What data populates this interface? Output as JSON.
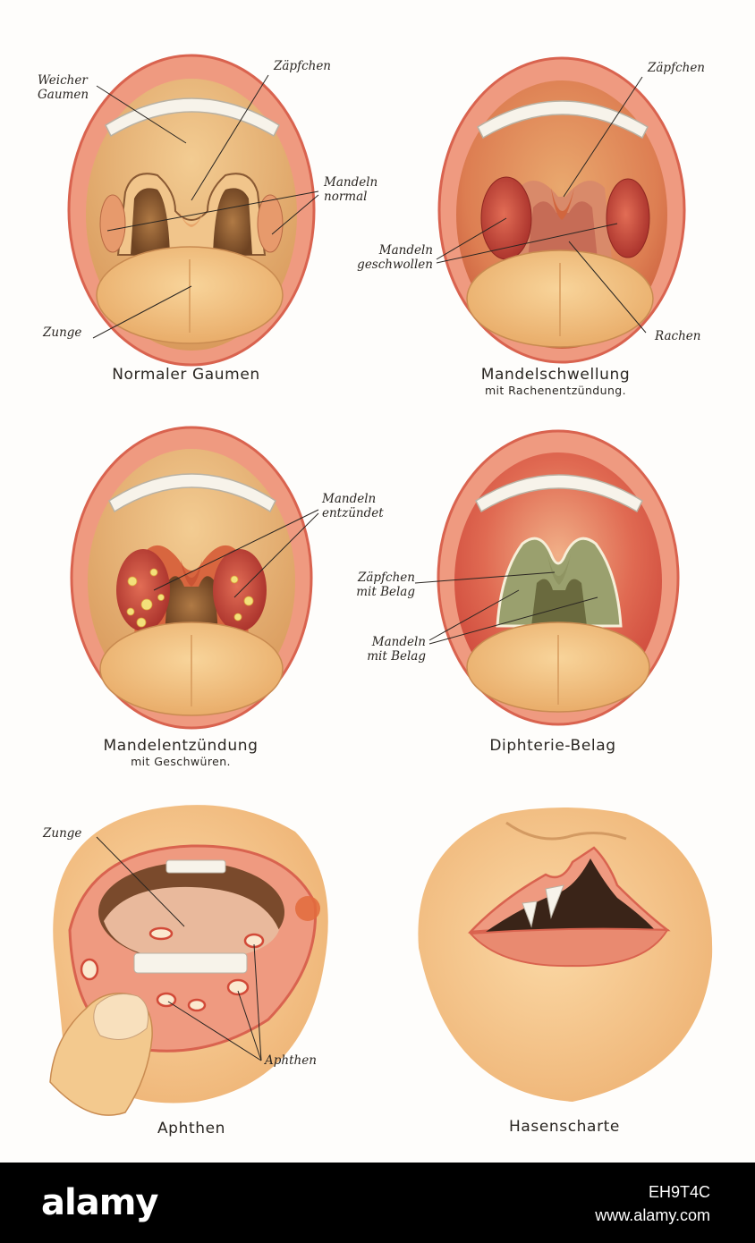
{
  "colors": {
    "lip": "#ef9a80",
    "lip_edge": "#d9634f",
    "skin": "#f6c98c",
    "tongue": "#f4c37e",
    "throat": "#8e5a2f",
    "tonsil_swollen": "#c9473a",
    "membrane": "#9aa06e",
    "ulcer": "#f3e07a",
    "footer_bg": "#000000"
  },
  "panels": {
    "normal": {
      "caption": "Normaler Gaumen",
      "labels": {
        "soft_palate": "Weicher\nGaumen",
        "uvula": "Zäpfchen",
        "tonsils": "Mandeln\nnormal",
        "tongue": "Zunge"
      }
    },
    "swelling": {
      "caption": "Mandelschwellung",
      "caption_sub": "mit Rachenentzündung.",
      "labels": {
        "uvula": "Zäpfchen",
        "tonsils": "Mandeln\ngeschwollen",
        "pharynx": "Rachen"
      }
    },
    "tonsillitis": {
      "caption": "Mandelentzündung",
      "caption_sub": "mit Geschwüren.",
      "labels": {
        "tonsils": "Mandeln\nentzündet"
      }
    },
    "diphtheria": {
      "caption": "Diphterie-Belag",
      "labels": {
        "uvula": "Zäpfchen\nmit Belag",
        "tonsils": "Mandeln\nmit Belag"
      }
    },
    "aphthae": {
      "caption": "Aphthen",
      "labels": {
        "tongue": "Zunge",
        "aphthae": "Aphthen"
      }
    },
    "harelip": {
      "caption": "Hasenscharte"
    }
  },
  "footer": {
    "logo": "alamy",
    "image_id": "EH9T4C",
    "url": "www.alamy.com"
  }
}
